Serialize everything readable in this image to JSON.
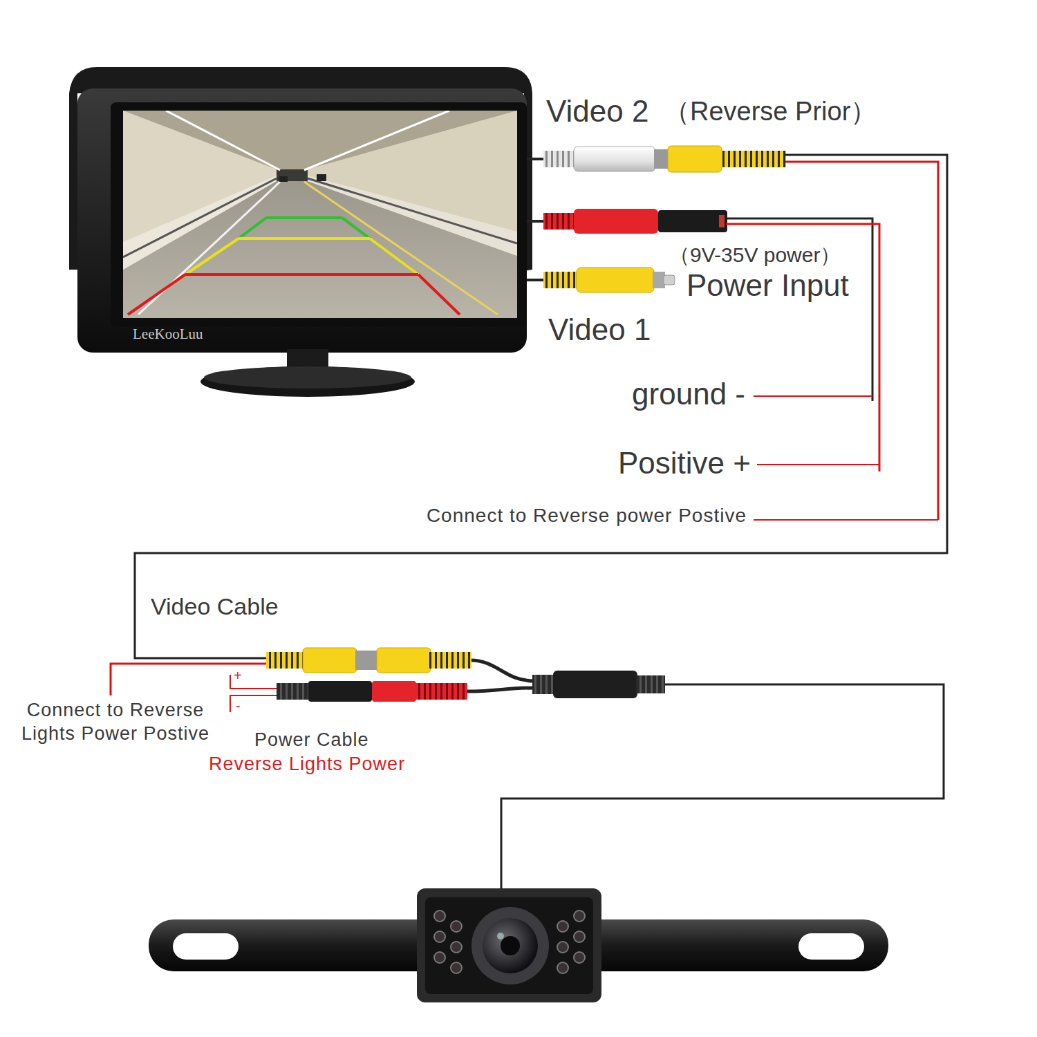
{
  "diagram": {
    "nodes": [
      {
        "text": [
          "LeeKooLuu"
        ]
      }
    ],
    "labels": [
      "Video 2",
      "（Reverse Prior）",
      "（9V-35V power）",
      "Power Input",
      "Video 1",
      "ground -",
      "Positive +",
      "Connect to Reverse power Postive",
      "Video Cable",
      "+",
      "-",
      "Connect to Reverse Lights Power Postive",
      "Power Cable",
      "Reverse Lights Power"
    ]
  }
}
